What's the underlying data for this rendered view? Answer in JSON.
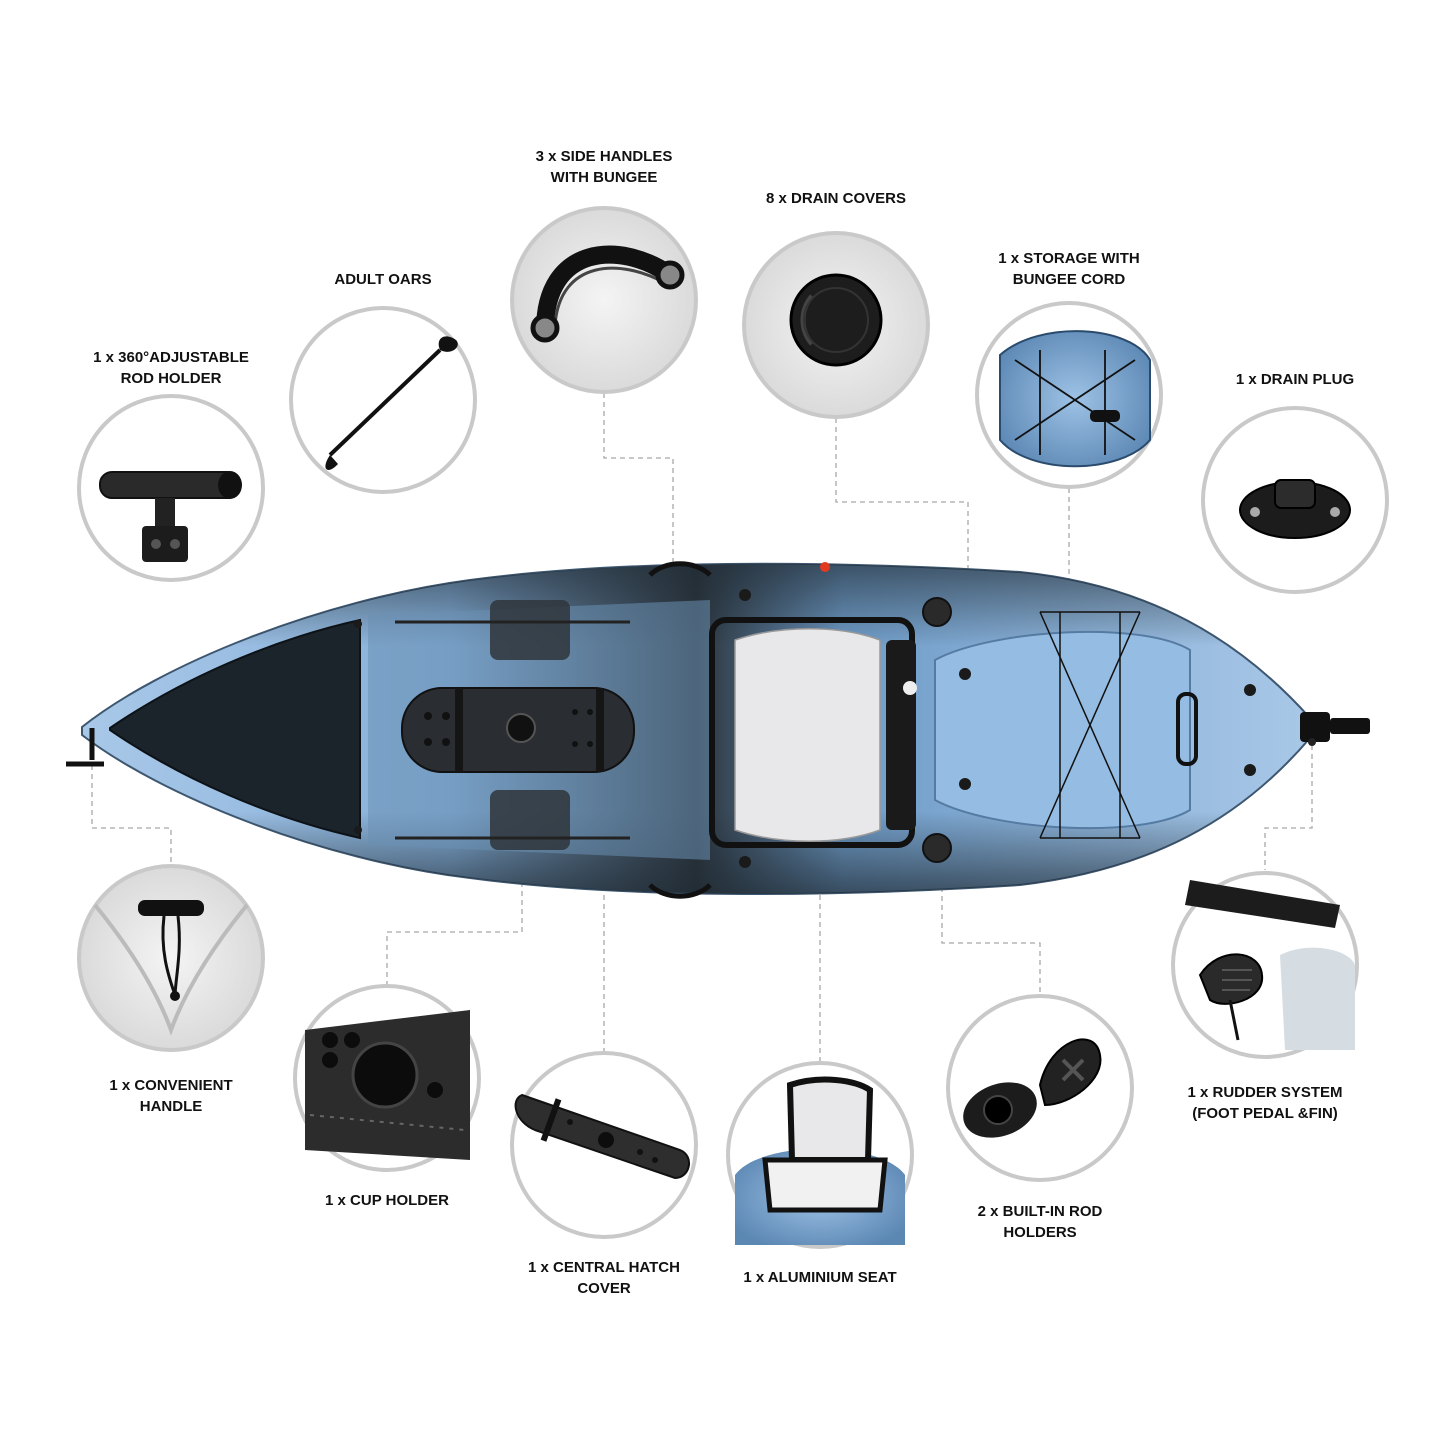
{
  "colors": {
    "hull_light": "#8fb6dc",
    "hull_mid": "#6f9cc8",
    "hull_dark": "#1f2a33",
    "circle_border": "#c9c9c9",
    "leader_line": "#a8a8a8",
    "text": "#111111"
  },
  "features": [
    {
      "id": "side-handles",
      "icon": "side-handle-icon",
      "lines": [
        "3 x SIDE HANDLES",
        "WITH BUNGEE"
      ]
    },
    {
      "id": "drain-covers",
      "icon": "drain-cover-icon",
      "lines": [
        "8 x DRAIN COVERS"
      ]
    },
    {
      "id": "storage",
      "icon": "storage-bungee-icon",
      "lines": [
        "1 x STORAGE WITH",
        "BUNGEE CORD"
      ]
    },
    {
      "id": "oars",
      "icon": "paddle-icon",
      "lines": [
        "ADULT OARS"
      ]
    },
    {
      "id": "rod-holder-360",
      "icon": "rod-holder-icon",
      "lines": [
        "1 x 360°ADJUSTABLE",
        "ROD HOLDER"
      ]
    },
    {
      "id": "drain-plug",
      "icon": "drain-plug-icon",
      "lines": [
        "1 x DRAIN PLUG"
      ]
    },
    {
      "id": "convenient-handle",
      "icon": "t-handle-icon",
      "lines": [
        "1 x CONVENIENT",
        "HANDLE"
      ]
    },
    {
      "id": "cup-holder",
      "icon": "cup-holder-icon",
      "lines": [
        "1 x CUP HOLDER"
      ]
    },
    {
      "id": "hatch-cover",
      "icon": "hatch-cover-icon",
      "lines": [
        "1 x CENTRAL HATCH",
        "COVER"
      ]
    },
    {
      "id": "seat",
      "icon": "seat-icon",
      "lines": [
        "1 x ALUMINIUM SEAT"
      ]
    },
    {
      "id": "built-in-rod-holders",
      "icon": "flush-rod-holder-icon",
      "lines": [
        "2 x BUILT-IN ROD",
        "HOLDERS"
      ]
    },
    {
      "id": "rudder",
      "icon": "rudder-pedal-icon",
      "lines": [
        "1 x RUDDER SYSTEM",
        "(FOOT PEDAL &FIN)"
      ]
    }
  ],
  "kayak": {
    "icon": "kayak-top-view-icon"
  }
}
